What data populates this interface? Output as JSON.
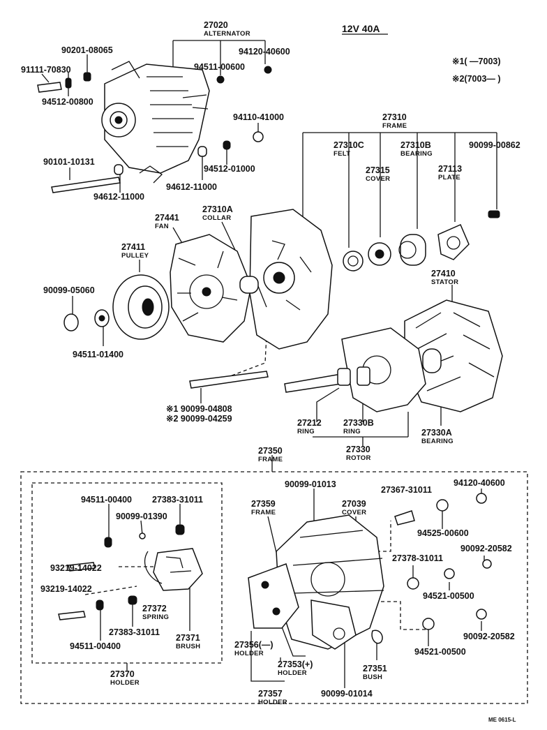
{
  "spec": "12V 40A",
  "legend": {
    "l1": "※1(      —7003)",
    "l2": "※2(7003—       )"
  },
  "labels": [
    {
      "id": "27020",
      "pn": "27020",
      "nm": "ALTERNATOR"
    },
    {
      "id": "90201",
      "pn": "90201-08065"
    },
    {
      "id": "91111",
      "pn": "91111-70830"
    },
    {
      "id": "94512a",
      "pn": "94512-00800"
    },
    {
      "id": "94511a",
      "pn": "94511-00600"
    },
    {
      "id": "94120a",
      "pn": "94120-40600"
    },
    {
      "id": "94110",
      "pn": "94110-41000"
    },
    {
      "id": "94512b",
      "pn": "94512-01000"
    },
    {
      "id": "90101",
      "pn": "90101-10131"
    },
    {
      "id": "94612a",
      "pn": "94612-11000"
    },
    {
      "id": "94612b",
      "pn": "94612-11000"
    },
    {
      "id": "27310",
      "pn": "27310",
      "nm": "FRAME"
    },
    {
      "id": "27310C",
      "pn": "27310C",
      "nm": "FELT"
    },
    {
      "id": "27310B",
      "pn": "27310B",
      "nm": "BEARING"
    },
    {
      "id": "90099a",
      "pn": "90099-00862"
    },
    {
      "id": "27315",
      "pn": "27315",
      "nm": "COVER"
    },
    {
      "id": "27113",
      "pn": "27113",
      "nm": "PLATE"
    },
    {
      "id": "27441",
      "pn": "27441",
      "nm": "FAN"
    },
    {
      "id": "27310A",
      "pn": "27310A",
      "nm": "COLLAR"
    },
    {
      "id": "27411",
      "pn": "27411",
      "nm": "PULLEY"
    },
    {
      "id": "90099b",
      "pn": "90099-05060"
    },
    {
      "id": "94511b",
      "pn": "94511-01400"
    },
    {
      "id": "27410",
      "pn": "27410",
      "nm": "STATOR"
    },
    {
      "id": "s1",
      "pn": "※1 90099-04808"
    },
    {
      "id": "s2",
      "pn": "※2 90099-04259"
    },
    {
      "id": "27212",
      "pn": "27212",
      "nm": "RING"
    },
    {
      "id": "27330B",
      "pn": "27330B",
      "nm": "RING"
    },
    {
      "id": "27330",
      "pn": "27330",
      "nm": "ROTOR"
    },
    {
      "id": "27330A",
      "pn": "27330A",
      "nm": "BEARING"
    },
    {
      "id": "27350",
      "pn": "27350",
      "nm": "FRAME"
    },
    {
      "id": "94511c",
      "pn": "94511-00400"
    },
    {
      "id": "27383a",
      "pn": "27383-31011"
    },
    {
      "id": "90099c",
      "pn": "90099-01390"
    },
    {
      "id": "93219a",
      "pn": "93219-14022"
    },
    {
      "id": "93219b",
      "pn": "93219-14022"
    },
    {
      "id": "27372",
      "pn": "27372",
      "nm": "SPRING"
    },
    {
      "id": "27383b",
      "pn": "27383-31011"
    },
    {
      "id": "94511d",
      "pn": "94511-00400"
    },
    {
      "id": "27371",
      "pn": "27371",
      "nm": "BRUSH"
    },
    {
      "id": "27370",
      "pn": "27370",
      "nm": "HOLDER"
    },
    {
      "id": "90099d",
      "pn": "90099-01013"
    },
    {
      "id": "27359",
      "pn": "27359",
      "nm": "FRAME"
    },
    {
      "id": "27039",
      "pn": "27039",
      "nm": "COVER"
    },
    {
      "id": "27367",
      "pn": "27367-31011"
    },
    {
      "id": "94120b",
      "pn": "94120-40600"
    },
    {
      "id": "94525",
      "pn": "94525-00600"
    },
    {
      "id": "27378",
      "pn": "27378-31011"
    },
    {
      "id": "90092a",
      "pn": "90092-20582"
    },
    {
      "id": "94521a",
      "pn": "94521-00500"
    },
    {
      "id": "90092b",
      "pn": "90092-20582"
    },
    {
      "id": "27356",
      "pn": "27356(—)",
      "nm": "HOLDER"
    },
    {
      "id": "27353",
      "pn": "27353(+)",
      "nm": "HOLDER"
    },
    {
      "id": "27351",
      "pn": "27351",
      "nm": "BUSH"
    },
    {
      "id": "94521b",
      "pn": "94521-00500"
    },
    {
      "id": "27357",
      "pn": "27357",
      "nm": "HOLDER"
    },
    {
      "id": "90099e",
      "pn": "90099-01014"
    }
  ],
  "footer_code": "ME 0615-L"
}
